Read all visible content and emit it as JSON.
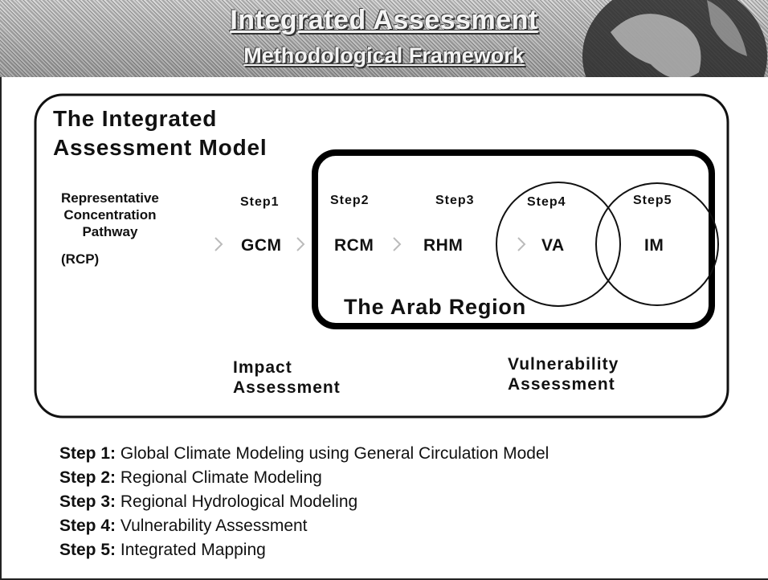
{
  "header": {
    "title": "Integrated Assessment",
    "subtitle": "Methodological Framework"
  },
  "diagram": {
    "model_title_line1": "The Integrated",
    "model_title_line2": "Assessment Model",
    "rcp": {
      "line1": "Representative",
      "line2": "Concentration",
      "line3": "Pathway",
      "abbr": "(RCP)"
    },
    "steps": [
      {
        "step": "Step1",
        "model": "GCM"
      },
      {
        "step": "Step2",
        "model": "RCM"
      },
      {
        "step": "Step3",
        "model": "RHM"
      },
      {
        "step": "Step4",
        "model": "VA"
      },
      {
        "step": "Step5",
        "model": "IM"
      }
    ],
    "region_label": "The Arab Region",
    "impact_line1": "Impact",
    "impact_line2": "Assessment",
    "vulnerability_line1": "Vulnerability",
    "vulnerability_line2": "Assessment"
  },
  "legend": [
    {
      "label": "Step 1:",
      "text": "Global Climate Modeling using General Circulation Model"
    },
    {
      "label": "Step 2:",
      "text": "Regional Climate Modeling"
    },
    {
      "label": "Step 3:",
      "text": "Regional Hydrological Modeling"
    },
    {
      "label": "Step 4:",
      "text": "Vulnerability Assessment"
    },
    {
      "label": "Step 5:",
      "text": "Integrated Mapping"
    }
  ]
}
